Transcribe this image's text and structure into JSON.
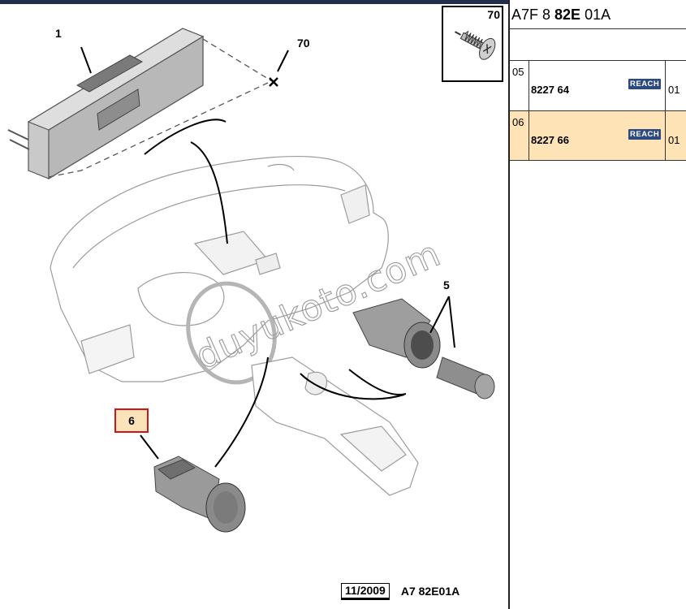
{
  "diagram": {
    "callouts": {
      "c1": "1",
      "c70": "70",
      "c5": "5",
      "c6": "6"
    },
    "thumbnail_label": "70",
    "watermark": "duyukoto.com",
    "footer": {
      "date": "11/2009",
      "code": "A7 82E01A"
    }
  },
  "parts_panel": {
    "title_prefix": "A7F 8 ",
    "title_bold": "82E",
    "title_suffix": " 01A",
    "rows": [
      {
        "index": "05",
        "reference": "8227 64",
        "badge": "REACH",
        "qty": "01",
        "selected": false
      },
      {
        "index": "06",
        "reference": "8227 66",
        "badge": "REACH",
        "qty": "01",
        "selected": true
      }
    ]
  },
  "colors": {
    "highlight_border": "#d0141c",
    "highlight_fill": "#fae3b8",
    "selected_row": "#fde3b6",
    "badge": "#2d4a80",
    "top_bar": "#1f2e4a"
  }
}
